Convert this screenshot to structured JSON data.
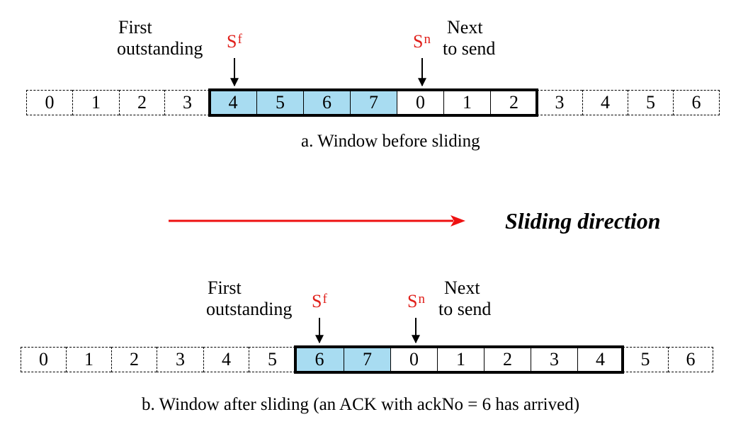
{
  "colors": {
    "pointer": "#e0201b",
    "fill": "#a8dcf1",
    "arrow": "#ee1111"
  },
  "direction_label": "Sliding direction",
  "panel_a": {
    "first_label_1": "First",
    "first_label_2": "outstanding",
    "next_label_1": "Next",
    "next_label_2": "to send",
    "sf_main": "S",
    "sf_sub": "f",
    "sn_main": "S",
    "sn_sub": "n",
    "caption": "a. Window before sliding",
    "cells": [
      "0",
      "1",
      "2",
      "3",
      "4",
      "5",
      "6",
      "7",
      "0",
      "1",
      "2",
      "3",
      "4",
      "5",
      "6"
    ]
  },
  "panel_b": {
    "first_label_1": "First",
    "first_label_2": "outstanding",
    "next_label_1": "Next",
    "next_label_2": "to send",
    "sf_main": "S",
    "sf_sub": "f",
    "sn_main": "S",
    "sn_sub": "n",
    "caption": "b. Window after sliding (an ACK with ackNo = 6 has arrived)",
    "cells": [
      "0",
      "1",
      "2",
      "3",
      "4",
      "5",
      "6",
      "7",
      "0",
      "1",
      "2",
      "3",
      "4",
      "5",
      "6"
    ]
  }
}
